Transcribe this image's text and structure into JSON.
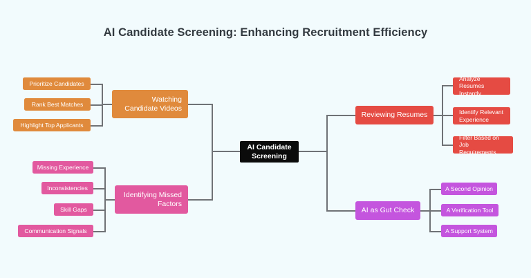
{
  "title": "AI Candidate Screening: Enhancing Recruitment Efficiency",
  "colors": {
    "background": "#f2fbfd",
    "root": "#0b0b0b",
    "orange": "#e08a3c",
    "pink": "#e2599f",
    "red": "#e54b43",
    "purple": "#c455de",
    "connector": "#6f7276",
    "title_text": "#333a40"
  },
  "chart_data": {
    "type": "mindmap",
    "title": "AI Candidate Screening: Enhancing Recruitment Efficiency",
    "root": "AI Candidate Screening",
    "branches": [
      {
        "label": "Watching Candidate Videos",
        "color": "#e08a3c",
        "side": "left",
        "children": [
          "Prioritize Candidates",
          "Rank Best Matches",
          "Highlight Top Applicants"
        ]
      },
      {
        "label": "Identifying Missed Factors",
        "color": "#e2599f",
        "side": "left",
        "children": [
          "Missing Experience",
          "Inconsistencies",
          "Skill Gaps",
          "Communication Signals"
        ]
      },
      {
        "label": "Reviewing Resumes",
        "color": "#e54b43",
        "side": "right",
        "children": [
          "Analyze Resumes Instantly",
          "Identify Relevant Experience",
          "Filter Based on Job Requirements"
        ]
      },
      {
        "label": "AI as Gut Check",
        "color": "#c455de",
        "side": "right",
        "children": [
          "A Second Opinion",
          "A Verification Tool",
          "A Support System"
        ]
      }
    ]
  },
  "root": {
    "label": "AI Candidate Screening"
  },
  "branch_orange": {
    "label": "Watching Candidate Videos",
    "leaf0": "Prioritize Candidates",
    "leaf1": "Rank Best Matches",
    "leaf2": "Highlight Top Applicants"
  },
  "branch_pink": {
    "label": "Identifying Missed Factors",
    "leaf0": "Missing Experience",
    "leaf1": "Inconsistencies",
    "leaf2": "Skill Gaps",
    "leaf3": "Communication Signals"
  },
  "branch_red": {
    "label": "Reviewing Resumes",
    "leaf0": "Analyze Resumes Instantly",
    "leaf1": "Identify Relevant Experience",
    "leaf2": "Filter Based on Job Requirements"
  },
  "branch_purple": {
    "label": "AI as Gut Check",
    "leaf0": "A Second Opinion",
    "leaf1": "A Verification Tool",
    "leaf2": "A Support System"
  }
}
